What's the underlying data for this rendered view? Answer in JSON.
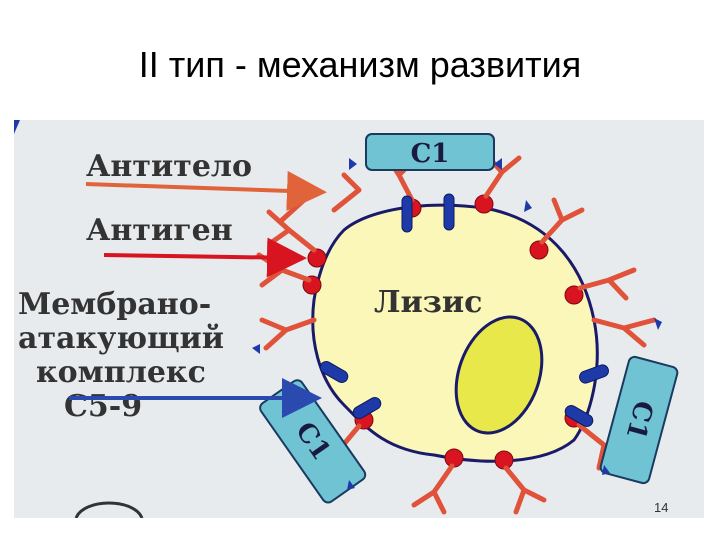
{
  "slide": {
    "title": "II тип - механизм развития",
    "page_number": "14"
  },
  "diagram": {
    "labels": {
      "antibody": "Антитело",
      "antigen": "Антиген",
      "mac_line1": "Мембрано-",
      "mac_line2": "атакующий",
      "mac_line3": "комплекс",
      "mac_line4": "C5-9",
      "lysis": "Лизис",
      "c1_top": "C1",
      "c1_left": "C1",
      "c1_right": "C1"
    },
    "colors": {
      "background": "#e8ebee",
      "cell_fill": "#fbf7b8",
      "cell_stroke": "#1a1a6a",
      "nucleus_fill": "#e9e84a",
      "antibody": "#e0533a",
      "antigen": "#d81420",
      "mac": "#1e3aa8",
      "c1_fill": "#6fc3d3",
      "arrow_antibody": "#e0633a",
      "arrow_antigen": "#d81420",
      "arrow_mac": "#2a4ab0",
      "label_text": "#333333"
    }
  }
}
